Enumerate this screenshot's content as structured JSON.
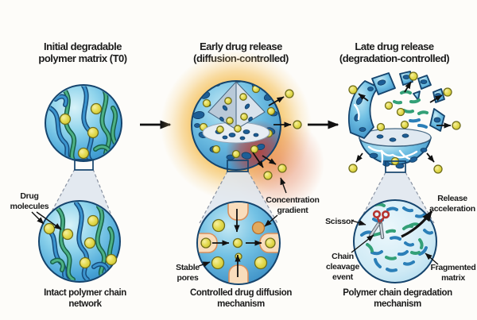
{
  "titles": {
    "panel1": [
      "Initial degradable",
      "polymer matrix (T0)"
    ],
    "panel2": [
      "Early drug release",
      "(diffusion-controlled)"
    ],
    "panel3": [
      "Late drug release",
      "(degradation-controlled)"
    ]
  },
  "captions": {
    "panel1": [
      "Intact polymer chain",
      "network"
    ],
    "panel2": [
      "Controlled drug diffusion",
      "mechanism"
    ],
    "panel3": [
      "Polymer chain degradation",
      "mechanism"
    ]
  },
  "labels": {
    "drug_molecules": [
      "Drug",
      "molecules"
    ],
    "stable_pores": [
      "Stable",
      "pores"
    ],
    "concentration_gradient": [
      "Concentration",
      "gradient"
    ],
    "scissor": "Scissor",
    "chain_cleavage_event": [
      "Chain",
      "cleavage",
      "event"
    ],
    "release_acceleration": [
      "Release",
      "acceleration"
    ],
    "fragmented_matrix": [
      "Fragmented",
      "matrix"
    ]
  },
  "colors": {
    "matrix_blue": "#2e86c1",
    "matrix_blue_light": "#aee0f2",
    "polymer_chain_green": "#4db184",
    "polymer_chain_blue": "#3c95cf",
    "drug_yellow": "#e3da4f",
    "glow_orange": "#f5c25e",
    "hotspot_red": "#c43427",
    "pore_peach": "#f9ddbc",
    "scissors_red": "#b5332e",
    "outline_navy": "#15446d",
    "arrow_black": "#111111",
    "text": "#1b1b1b"
  }
}
